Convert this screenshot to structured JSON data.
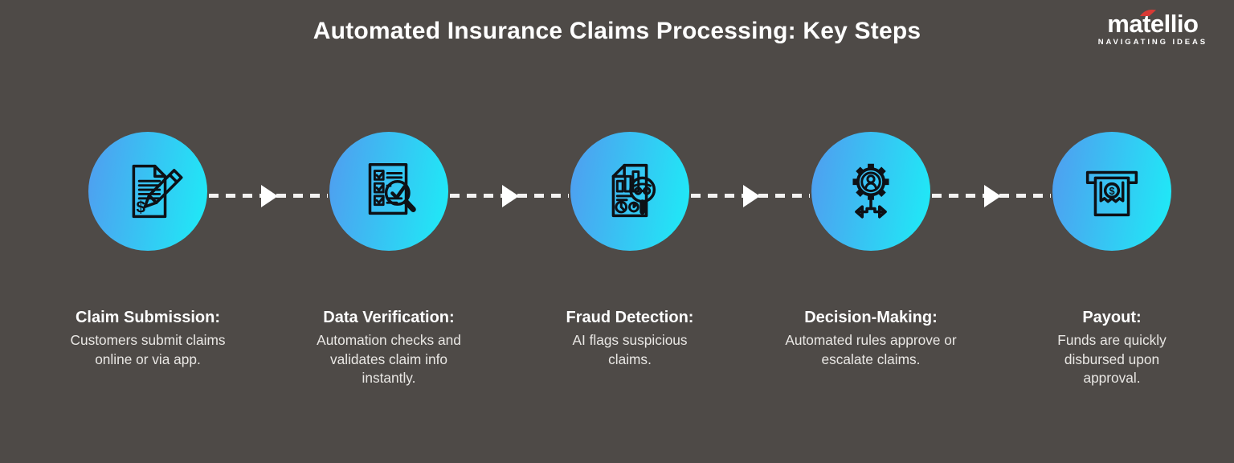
{
  "title": "Automated Insurance Claims Processing: Key Steps",
  "logo": {
    "name": "matellio",
    "tagline": "NAVIGATING IDEAS",
    "accent_color": "#d93a35"
  },
  "colors": {
    "background": "#4e4a47",
    "circle_gradient_start": "#4f9ff0",
    "circle_gradient_end": "#21e6f6",
    "icon_stroke": "#0d1116",
    "connector_dash": "#f3f2f1",
    "arrow": "#ffffff",
    "title_text": "#ffffff",
    "body_text": "#e9e7e4"
  },
  "steps": [
    {
      "icon": "claim-document-pencil-icon",
      "title": "Claim Submission:",
      "description": "Customers submit claims online or via app."
    },
    {
      "icon": "checklist-magnifier-icon",
      "title": "Data Verification:",
      "description": "Automation checks and validates claim info instantly."
    },
    {
      "icon": "fraud-report-magnifier-icon",
      "title": "Fraud Detection:",
      "description": "AI flags suspicious claims."
    },
    {
      "icon": "gear-person-arrows-icon",
      "title": "Decision-Making:",
      "description": "Automated rules approve or escalate claims."
    },
    {
      "icon": "cash-dispenser-icon",
      "title": "Payout:",
      "description": "Funds are quickly disbursed upon approval."
    }
  ]
}
